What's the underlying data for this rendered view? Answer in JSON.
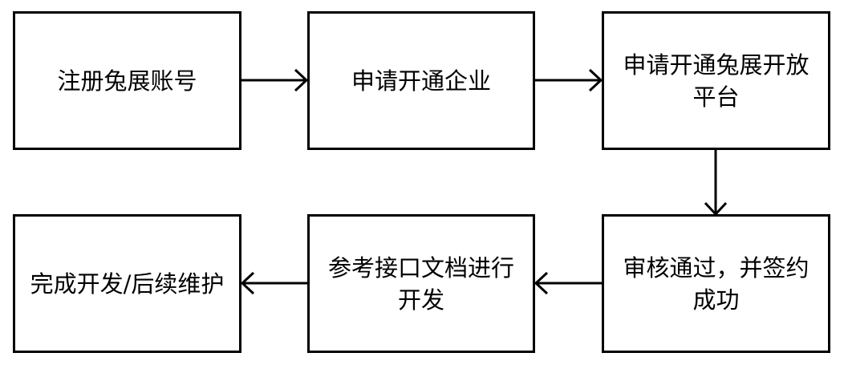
{
  "diagram": {
    "steps": [
      {
        "id": "1",
        "label": "注册兔展账号"
      },
      {
        "id": "2",
        "label": "申请开通企业"
      },
      {
        "id": "3",
        "label": "申请开通兔展开放平台"
      },
      {
        "id": "4",
        "label": "审核通过，并签约成功"
      },
      {
        "id": "5",
        "label": "参考接口文档进行开发"
      },
      {
        "id": "6",
        "label": "完成开发/后续维护"
      }
    ],
    "connections": [
      {
        "from": "1",
        "to": "2"
      },
      {
        "from": "2",
        "to": "3"
      },
      {
        "from": "3",
        "to": "4"
      },
      {
        "from": "4",
        "to": "5"
      },
      {
        "from": "5",
        "to": "6"
      }
    ]
  }
}
